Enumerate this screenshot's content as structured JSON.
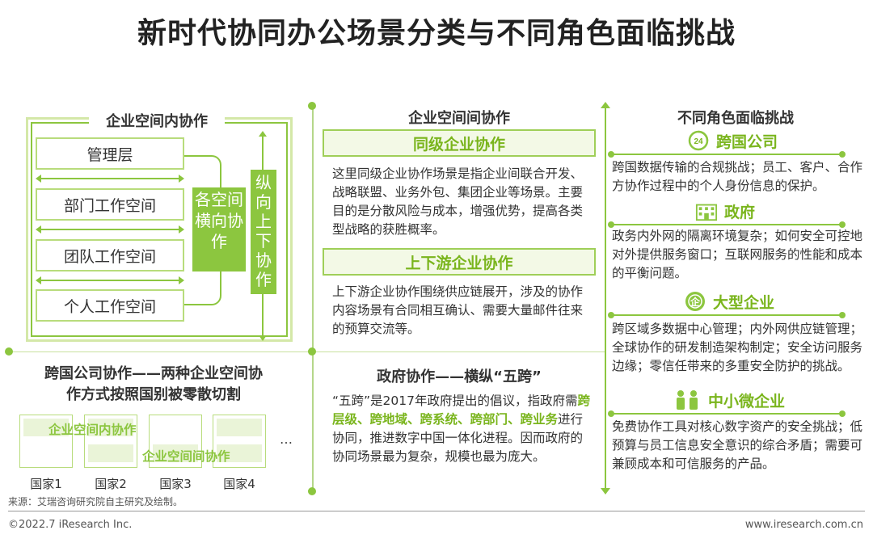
{
  "title": "新时代协同办公场景分类与不同角色面临挑战",
  "left": {
    "heading": "企业空间内协作",
    "levels": [
      "管理层",
      "部门工作空间",
      "团队工作空间",
      "个人工作空间"
    ],
    "horizontal_tag": "各空间横向协作",
    "vertical_tag": "纵向上下协作",
    "cross_heading_line1": "跨国公司协作——两种企业空间协",
    "cross_heading_line2": "作方式按照国别被零散切割",
    "overlay_inner": "企业空间内协作",
    "overlay_between": "企业空间间协作",
    "ellipsis": "…",
    "countries": [
      "国家1",
      "国家2",
      "国家3",
      "国家4"
    ],
    "source": "来源：艾瑞咨询研究院自主研究及绘制。"
  },
  "middle": {
    "heading": "企业空间间协作",
    "peer_title": "同级企业协作",
    "peer_text": "这里同级企业协作场景是指企业间联合开发、战略联盟、业务外包、集团企业等场景。主要目的是分散风险与成本，增强优势，提高各类型战略的获胜概率。",
    "supply_title": "上下游企业协作",
    "supply_text": "上下游企业协作围绕供应链展开，涉及的协作内容场景有合同相互确认、需要大量邮件往来的预算交流等。",
    "gov_heading": "政府协作——横纵“五跨”",
    "gov_text_a": "“五跨”是2017年政府提出的倡议，指政府需",
    "gov_text_hl": "跨层级、跨地域、跨系统、跨部门、跨业务",
    "gov_text_b": "进行协同，推进数字中国一体化进程。因而政府的协同场景最为复杂，规模也最为庞大。"
  },
  "right": {
    "heading": "不同角色面临挑战",
    "roles": [
      {
        "name": "跨国公司",
        "icon": "clock-24-icon",
        "text": "跨国数据传输的合规挑战；员工、客户、合作方协作过程中的个人身份信息的保护。"
      },
      {
        "name": "政府",
        "icon": "government-building-icon",
        "text": "政务内外网的隔离环境复杂；如何安全可控地对外提供服务窗口；互联网服务的性能和成本的平衡问题。"
      },
      {
        "name": "大型企业",
        "icon": "enterprise-icon",
        "text": "跨区域多数据中心管理；内外网供应链管理；全球协作的研发制造架构制定；安全访问服务边缘；零信任带来的多重安全防护的挑战。"
      },
      {
        "name": "中小微企业",
        "icon": "people-icon",
        "text": "免费协作工具对核心数字资产的安全挑战；低预算与员工信息安全意识的综合矛盾；需要可兼顾成本和可信服务的产品。"
      }
    ]
  },
  "footer": {
    "left": "©2022.7 iResearch Inc.",
    "right": "www.iresearch.com.cn"
  },
  "colors": {
    "accent": "#8cc63f",
    "accent_dark": "#7ab51d",
    "light_fill": "#f3f9e6"
  }
}
